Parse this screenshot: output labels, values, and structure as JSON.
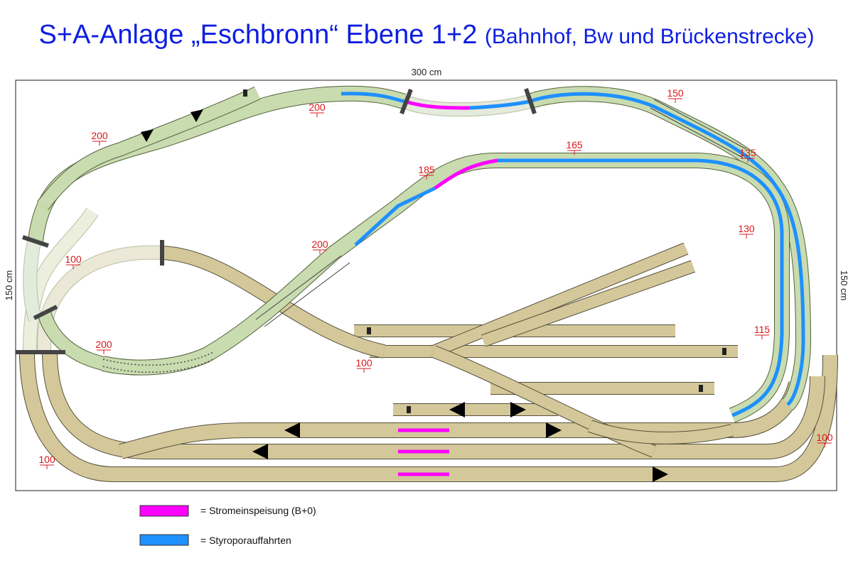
{
  "title": {
    "main": "S+A-Anlage „Eschbronn“ Ebene 1+2",
    "sub": "(Bahnhof, Bw und Brückenstrecke)"
  },
  "dimensions": {
    "width_label": "300 cm",
    "height_left": "150 cm",
    "height_right": "150 cm"
  },
  "height_markers": [
    "200",
    "200",
    "185",
    "165",
    "150",
    "135",
    "130",
    "200",
    "100",
    "115",
    "200",
    "100",
    "100",
    "100"
  ],
  "legend": [
    {
      "label": "= Stromeinspeisung (B+0)",
      "color": "#ff00ff"
    },
    {
      "label": "= Styroporauffahrten",
      "color": "#1e90ff"
    }
  ],
  "colors": {
    "track_level1": "#d4c89a",
    "track_level2": "#c8dcb0",
    "track_faded": "#e4e8d8",
    "styrofoam_ramp": "#1e90ff",
    "power_feed": "#ff00ff",
    "marker": "#d8191c"
  },
  "icons": [
    "direction-arrow-icon",
    "buffer-stop-icon",
    "tunnel-portal-icon"
  ]
}
